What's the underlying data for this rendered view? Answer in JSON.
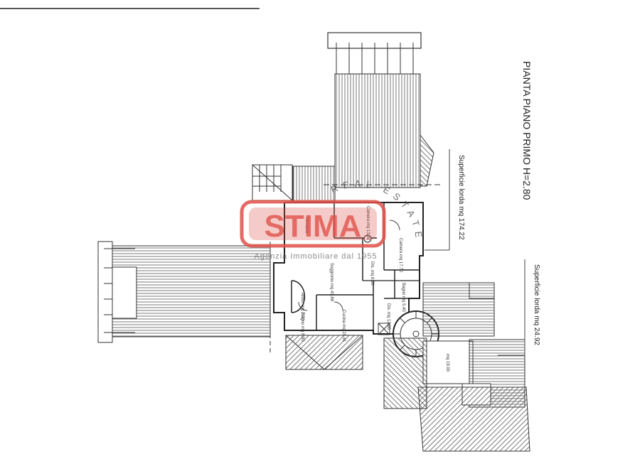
{
  "plan": {
    "title": "PIANTA PIANO PRIMO   H=2.80",
    "area_main": "Superficie lorda mq 174.22",
    "area_secondary": "Superficie lorda mq 24.92",
    "watermark": {
      "brand": "STIMA",
      "tagline": "Agenzia Immobiliare dal 1955",
      "arc_text": "REAL ESTATE"
    },
    "rooms": [
      {
        "label": "Terrazza"
      },
      {
        "label": "Camera mq 13.90"
      },
      {
        "label": "Camera mq 17.70"
      },
      {
        "label": "Dis. mq 6.00"
      },
      {
        "label": "Soggiorno mq 41.88"
      },
      {
        "label": "Bagno mq 5.40"
      },
      {
        "label": "Dis. mq 12.00"
      },
      {
        "label": "Cucina mq 15.41"
      },
      {
        "label": "Bagno mq 8.90"
      },
      {
        "label": "Antib. mq 2.00"
      },
      {
        "label": "mq 19.00"
      }
    ],
    "colors": {
      "lines": "#333333",
      "watermark": "#e0524a"
    }
  }
}
